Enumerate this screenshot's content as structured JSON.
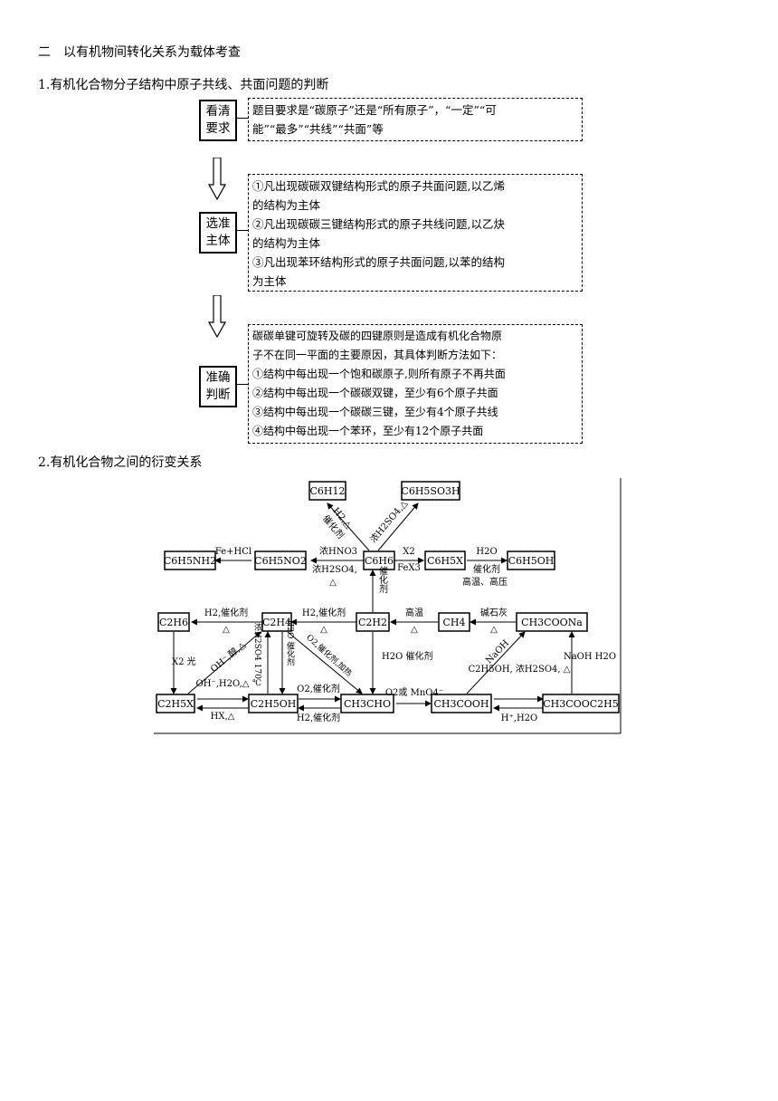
{
  "section_title": "二　以有机物间转化关系为载体考查",
  "item1_title": "1.有机化合物分子结构中原子共线、共面问题的判断",
  "item2_title": "2.有机化合物之间的衍变关系",
  "flow": {
    "step1_label": [
      "看清",
      "要求"
    ],
    "step1_text": [
      "题目要求是“碳原子”还是“所有原子”，“一定”“可",
      "能”“最多”“共线”“共面”等"
    ],
    "step2_label": [
      "选准",
      "主体"
    ],
    "step2_text": [
      "①凡出现碳碳双键结构形式的原子共面问题,以乙烯",
      "的结构为主体",
      "②凡出现碳碳三键结构形式的原子共线问题,以乙炔",
      "的结构为主体",
      "③凡出现苯环结构形式的原子共面问题,以苯的结构",
      "为主体"
    ],
    "step3_label": [
      "准确",
      "判断"
    ],
    "step3_text": [
      "碳碳单键可旋转及碳的四键原则是造成有机化合物原",
      "子不在同一平面的主要原因，其具体判断方法如下：",
      "①结构中每出现一个饱和碳原子,则所有原子不再共面",
      "②结构中每出现一个碳碳双键，至少有6个原子共面",
      "③结构中每出现一个碳碳三键，至少有4个原子共线",
      "④结构中每出现一个苯环，至少有12个原子共面"
    ]
  },
  "diagram": {
    "nodes": {
      "c6h12": "C6H12",
      "c6h5so3h": "C6H5SO3H",
      "c6h5nh2": "C6H5NH2",
      "c6h5no2": "C6H5NO2",
      "c6h6": "C6H6",
      "c6h5x": "C6H5X",
      "c6h5oh": "C6H5OH",
      "c2h6": "C2H6",
      "c2h4": "C2H4",
      "c2h2": "C2H2",
      "ch4": "CH4",
      "ch3coona": "CH3COONa",
      "c2h5x": "C2H5X",
      "c2h5oh": "C2H5OH",
      "ch3cho": "CH3CHO",
      "ch3cooh": "CH3COOH",
      "ch3cooc2h5": "CH3COOC2H5"
    },
    "labels": {
      "h2_cat_delta": "H2,△",
      "cat": "催化剂",
      "conc_h2so4_delta": "浓H2SO4,△",
      "fe_hcl": "Fe+HCl",
      "conc_hno3": "浓HNO3",
      "conc_h2so4": "浓H2SO4,",
      "delta": "△",
      "x2": "X2",
      "fex3": "FeX3",
      "h2o": "H2O",
      "high_tp": "高温、高压",
      "cat_vertical": "催化剂",
      "h2_cat": "H2,催化剂",
      "high_temp": "高温",
      "soda_lime": "碱石灰",
      "x2_light": "X2 光",
      "oh_alc": "OH⁻,醇,△",
      "conc_h2so4_170": "浓H2SO4 170℃",
      "oh_h2o": "OH⁻,H2O,△",
      "hx": "HX,△",
      "h2o_cat": "H2O 催化剂",
      "o2_cat_heat": "O2,催化剂,加热",
      "o2_cat": "O2,催化剂",
      "h2o_cat2": "H2O 催化剂",
      "h2_cat2": "H2,催化剂",
      "o2_or_mno4": "O2或 MnO4⁻",
      "naoh": "NaOH",
      "c2h5oh_cond": "C2H5OH, 浓H2SO4, △",
      "h_h2o": "H⁺,H2O",
      "naoh_h2o": "NaOH H2O"
    }
  }
}
